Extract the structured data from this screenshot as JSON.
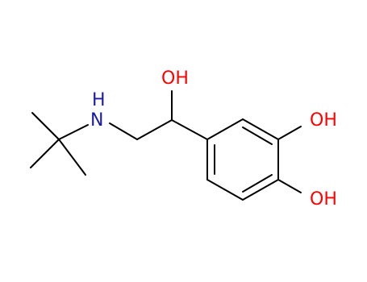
{
  "labels": {
    "amine": "NH",
    "amine_h": "H",
    "amine_n": "N",
    "hydroxyl_side": "OH",
    "hydroxyl_ring_top": "OH",
    "hydroxyl_ring_bottom": "OH"
  },
  "colors": {
    "bond": "#000000",
    "oxygen": "#ff0000",
    "nitrogen": "#1a1aa6",
    "background": "#ffffff"
  }
}
